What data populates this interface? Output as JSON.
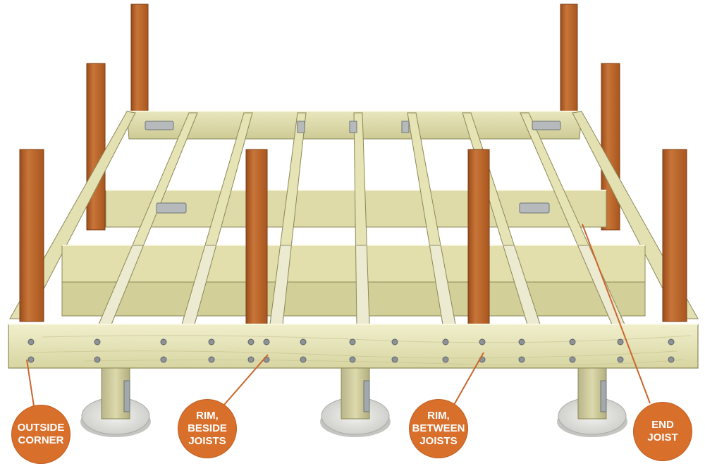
{
  "colors": {
    "callout": "#d86f2b",
    "lumber_light": "#ecebc3",
    "lumber_mid": "#d7d49f",
    "lumber_dark": "#aaa66e",
    "post": "#b8642f",
    "post_dark": "#8e4719",
    "concrete": "#dcdcd8",
    "hardware": "#9ea3a6"
  },
  "callouts": [
    {
      "id": "outside-corner",
      "lines": [
        "OUTSIDE",
        "CORNER"
      ]
    },
    {
      "id": "rim-beside-joists",
      "lines": [
        "RIM,",
        "BESIDE",
        "JOISTS"
      ]
    },
    {
      "id": "rim-between-joists",
      "lines": [
        "RIM,",
        "BETWEEN",
        "JOISTS"
      ]
    },
    {
      "id": "end-joist",
      "lines": [
        "END",
        "JOIST"
      ]
    }
  ]
}
